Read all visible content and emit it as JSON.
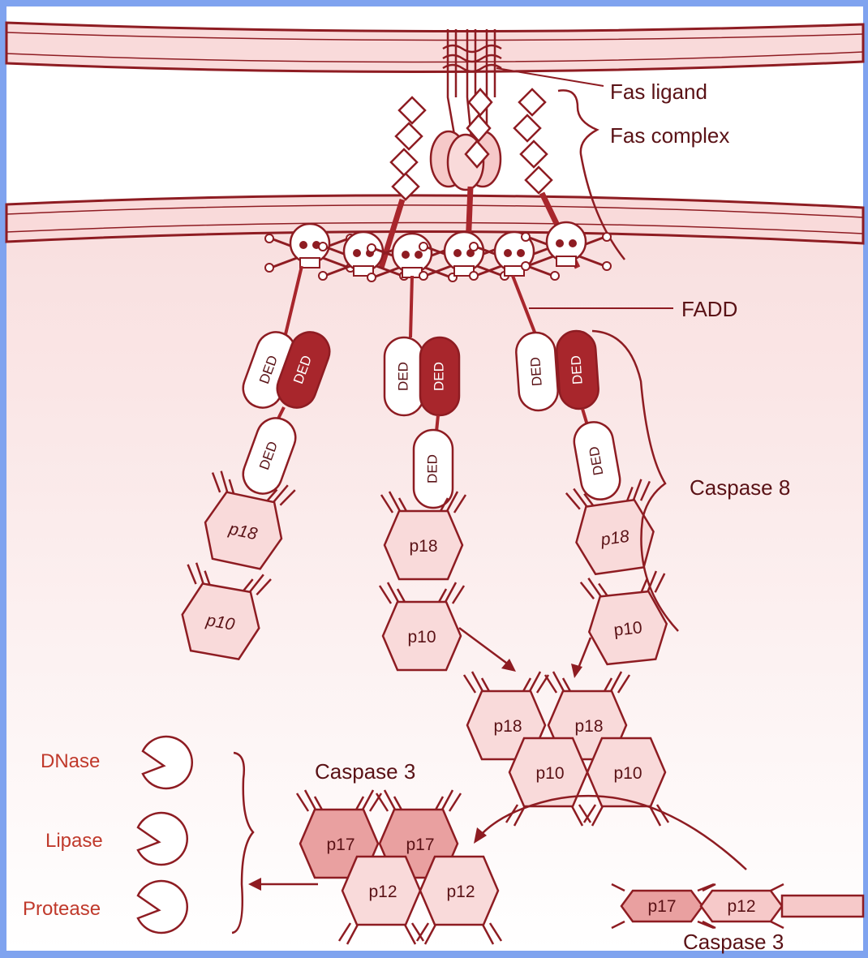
{
  "labels": {
    "fas_ligand": "Fas ligand",
    "fas_complex": "Fas complex",
    "fadd": "FADD",
    "caspase8": "Caspase 8",
    "caspase3_top": "Caspase 3",
    "caspase3_bottom": "Caspase 3",
    "dnase": "DNase",
    "lipase": "Lipase",
    "protease": "Protease"
  },
  "domains": {
    "ded": "DED",
    "p18": "p18",
    "p10": "p10",
    "p17": "p17",
    "p12": "p12"
  },
  "colors": {
    "frame": "#7fa3ef",
    "dark_red": "#a8262c",
    "line": "#8e1c22",
    "pink_fill": "#f6c9c9",
    "membrane_fill": "#f9dada",
    "caspase3_fill": "#e9a0a0"
  }
}
